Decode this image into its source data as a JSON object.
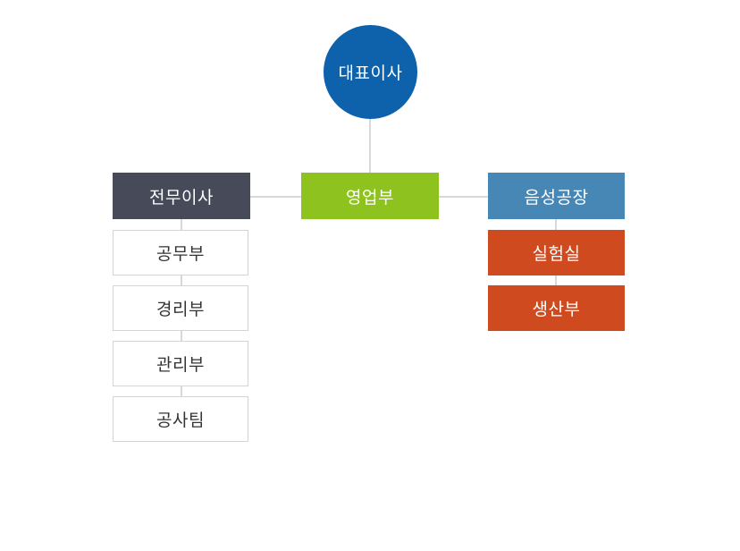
{
  "org": {
    "root": {
      "label": "대표이사"
    },
    "level2": {
      "executive": {
        "label": "전무이사"
      },
      "sales": {
        "label": "영업부"
      },
      "factory": {
        "label": "음성공장"
      }
    },
    "executive_children": [
      {
        "label": "공무부"
      },
      {
        "label": "경리부"
      },
      {
        "label": "관리부"
      },
      {
        "label": "공사팀"
      }
    ],
    "factory_children": [
      {
        "label": "실험실"
      },
      {
        "label": "생산부"
      }
    ]
  },
  "colors": {
    "ceo_circle": "#0e61ab",
    "executive_box": "#474a59",
    "sales_box": "#8dc21f",
    "factory_box": "#4787b5",
    "factory_child_box": "#d04a1f",
    "child_box_border": "#d4d4d4",
    "connector_line": "#d8d8d8",
    "text_on_color": "#ffffff",
    "text_on_white": "#333333"
  }
}
